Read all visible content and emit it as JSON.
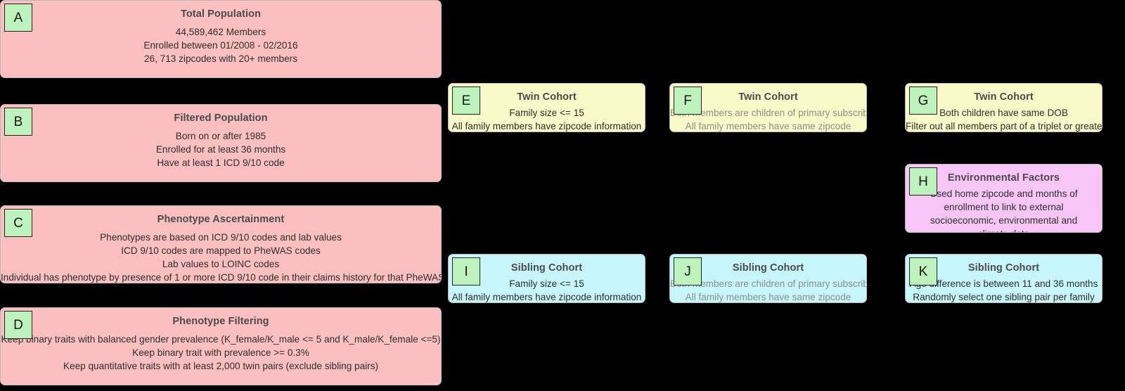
{
  "diagram": {
    "background_color": "#000000",
    "badge_color": "#BDF2BD",
    "colors": {
      "population": "#FBBFBF",
      "twin": "#FAFAC8",
      "sibling": "#C6F6FB",
      "environment": "#F7C6F7"
    },
    "boxes": [
      {
        "id": "A",
        "badge": "A",
        "title": "Total Population",
        "lines": [
          "44,589,462 Members",
          "Enrolled between 01/2008 - 02/2016",
          "26, 713 zipcodes with 20+ members"
        ]
      },
      {
        "id": "B",
        "badge": "B",
        "title": "Filtered Population",
        "lines": [
          "Born on or after 1985",
          "Enrolled for at least 36 months",
          "Have at least 1 ICD 9/10 code"
        ]
      },
      {
        "id": "C",
        "badge": "C",
        "title": "Phenotype Ascertainment",
        "lines": [
          "Phenotypes are based on ICD 9/10 codes and lab values",
          "ICD 9/10 codes are mapped to PheWAS codes",
          "Lab values to LOINC codes",
          "Individual has phenotype by presence of 1 or more ICD 9/10 code in their claims history for that PheWAS code"
        ]
      },
      {
        "id": "D",
        "badge": "D",
        "title": "Phenotype Filtering",
        "lines": [
          "Keep binary traits with balanced gender prevalence (K_female/K_male <= 5 and K_male/K_female <=5)",
          "Keep binary trait with prevalence >= 0.3%",
          "Keep quantitative traits with at least 2,000 twin pairs (exclude sibling pairs)"
        ]
      },
      {
        "id": "E",
        "badge": "E",
        "title": "Twin Cohort",
        "lines": [
          "Family size <= 15",
          "All family members have zipcode information"
        ]
      },
      {
        "id": "F",
        "badge": "F",
        "title": "Twin Cohort",
        "lines": [
          "Both members are children of primary subscriber",
          "All family members have same zipcode"
        ]
      },
      {
        "id": "G",
        "badge": "G",
        "title": "Twin Cohort",
        "lines": [
          "Both children have same DOB",
          "Filter out all members part of a triplet or greater"
        ]
      },
      {
        "id": "H",
        "badge": "H",
        "title": "Environmental Factors",
        "lines": [
          "Used home zipcode and months of enrollment to link to external socioeconomic, environmental and climate data"
        ]
      },
      {
        "id": "I",
        "badge": "I",
        "title": "Sibling Cohort",
        "lines": [
          "Family size <= 15",
          "All family members have zipcode information"
        ]
      },
      {
        "id": "J",
        "badge": "J",
        "title": "Sibling Cohort",
        "lines": [
          "Both members are children of primary subscriber",
          "All family members have same zipcode"
        ]
      },
      {
        "id": "K",
        "badge": "K",
        "title": "Sibling Cohort",
        "lines": [
          "Age difference is between 11 and 36 months",
          "Randomly select one sibling pair per family"
        ]
      }
    ]
  }
}
